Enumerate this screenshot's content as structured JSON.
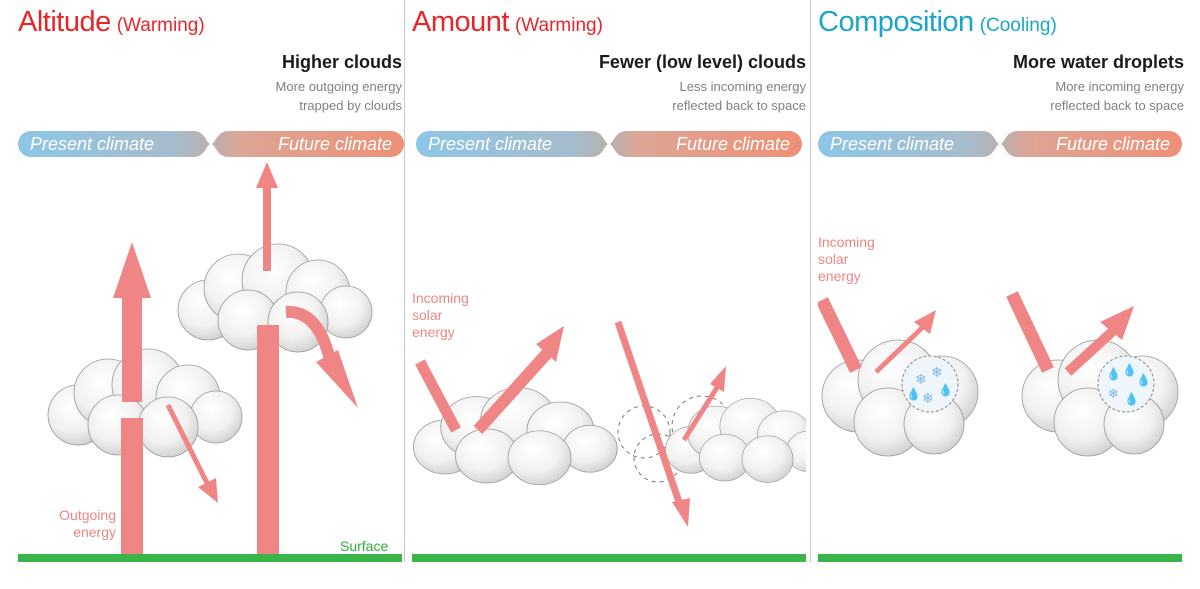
{
  "colors": {
    "warming": "#e8262a",
    "cooling": "#1aa6c8",
    "present": "#8cc6e6",
    "future": "#ee9076",
    "arrow": "#ef8585",
    "surface": "#3ab54a",
    "water": "#7fb7e4"
  },
  "panels": [
    {
      "title": "Altitude",
      "effect": "(Warming)",
      "heading": "Higher clouds",
      "description": [
        "More outgoing energy",
        "trapped by clouds"
      ],
      "present_label": "Present climate",
      "future_label": "Future climate"
    },
    {
      "title": "Amount",
      "effect": "(Warming)",
      "heading": "Fewer (low level) clouds",
      "description": [
        "Less incoming energy",
        "reflected back to space"
      ],
      "present_label": "Present climate",
      "future_label": "Future climate"
    },
    {
      "title": "Composition",
      "effect": "(Cooling)",
      "heading": "More water droplets",
      "description": [
        "More incoming energy",
        "reflected back to space"
      ],
      "present_label": "Present climate",
      "future_label": "Future climate"
    }
  ],
  "annotations": {
    "outgoing": [
      "Outgoing",
      "energy"
    ],
    "incoming_amount": [
      "Incoming",
      "solar",
      "energy"
    ],
    "incoming_composition": [
      "Incoming",
      "solar",
      "energy"
    ],
    "surface": "Surface"
  },
  "icons": {
    "cloud": "cloud-icon",
    "snowflake": "snowflake-icon",
    "droplet": "droplet-icon"
  }
}
